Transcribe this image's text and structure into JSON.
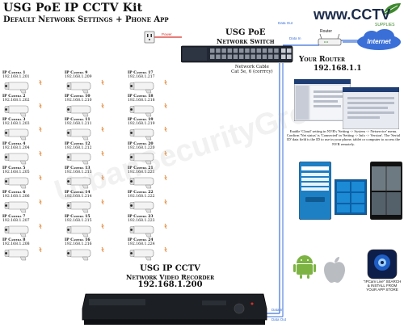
{
  "header": {
    "title": "USG PoE IP CCTV Kit",
    "subtitle": "Default Network Settings + Phone App",
    "brand": "www.CCTV",
    "brand_sub": "SUPPLIES"
  },
  "switch": {
    "title_line1": "USG PoE",
    "title_line2": "Network Switch"
  },
  "router": {
    "label": "Router",
    "title": "Your Router",
    "ip": "192.168.1.1"
  },
  "cloud": {
    "label": "Internet"
  },
  "cable": {
    "line1": "Network Cable",
    "line2": "Cat 5e, 6 (corrrcy)"
  },
  "nvr": {
    "line1": "USG IP CCTV",
    "line2": "Network Video Recorder",
    "ip": "192.168.1.200"
  },
  "labels": {
    "power": "Power",
    "data": "Data",
    "data_in": "Data In",
    "data_out": "Data Out"
  },
  "cameras": [
    {
      "name": "IP Camera 1",
      "ip": "192.168.1.201"
    },
    {
      "name": "IP Camera 2",
      "ip": "192.168.1.202"
    },
    {
      "name": "IP Camera 3",
      "ip": "192.168.1.203"
    },
    {
      "name": "IP Camera 4",
      "ip": "192.168.1.204"
    },
    {
      "name": "IP Camera 5",
      "ip": "192.168.1.205"
    },
    {
      "name": "IP Camera 6",
      "ip": "192.168.1.206"
    },
    {
      "name": "IP Camera 7",
      "ip": "192.168.1.207"
    },
    {
      "name": "IP Camera 8",
      "ip": "192.168.1.208"
    },
    {
      "name": "IP Camera 9",
      "ip": "192.168.1.209"
    },
    {
      "name": "IP Camera 10",
      "ip": "192.168.1.210"
    },
    {
      "name": "IP Camera 11",
      "ip": "192.168.1.211"
    },
    {
      "name": "IP Camera 12",
      "ip": "192.168.1.212"
    },
    {
      "name": "IP Camera 13",
      "ip": "192.168.1.213"
    },
    {
      "name": "IP Camera 14",
      "ip": "192.168.1.214"
    },
    {
      "name": "IP Camera 15",
      "ip": "192.168.1.215"
    },
    {
      "name": "IP Camera 16",
      "ip": "192.168.1.216"
    },
    {
      "name": "IP Camera 17",
      "ip": "192.168.1.217"
    },
    {
      "name": "IP Camera 18",
      "ip": "192.168.1.218"
    },
    {
      "name": "IP Camera 19",
      "ip": "192.168.1.219"
    },
    {
      "name": "IP Camera 20",
      "ip": "192.168.1.220"
    },
    {
      "name": "IP Camera 21",
      "ip": "192.168.1.221"
    },
    {
      "name": "IP Camera 22",
      "ip": "192.168.1.222"
    },
    {
      "name": "IP Camera 23",
      "ip": "192.168.1.223"
    },
    {
      "name": "IP Camera 24",
      "ip": "192.168.1.224"
    }
  ],
  "notes": {
    "instructions": "Enable 'Cloud' setting in NVR's 'Setting -> System -> Netservice' menu. Confirm 'Net status' is 'Connected' in 'Setting -> Info -> Version'. The 'Serial ID' data field is the ID to use in your phone, tablet or computer to access the NVR remotely.",
    "app": "\"IPCam Live\" SEARCH & INSTALL FROM YOUR APP STORE"
  },
  "colors": {
    "power": "#d8302a",
    "data": "#3a6fd8",
    "brand": "#1b2b4a",
    "accent": "#3f8a2e",
    "orange": "#e07b22"
  }
}
